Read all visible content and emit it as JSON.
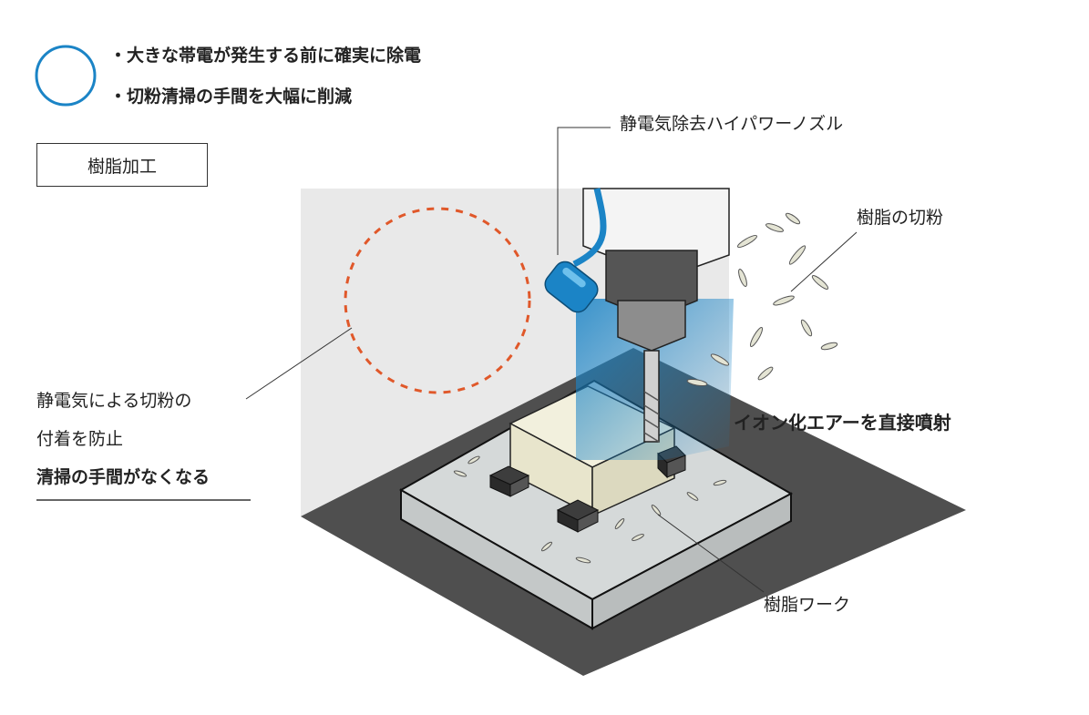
{
  "benefit": {
    "symbol": "circle-mark",
    "points": [
      "・大きな帯電が発生する前に確実に除電",
      "・切粉清掃の手間を大幅に削減"
    ]
  },
  "category_label": "樹脂加工",
  "callouts": {
    "nozzle": "静電気除去ハイパワーノズル",
    "chips": "樹脂の切粉",
    "ion_air": "イオン化エアーを直接噴射",
    "workpiece": "樹脂ワーク",
    "effect_line1": "静電気による切粉の",
    "effect_line2": "付着を防止",
    "effect_line3": "清掃の手間がなくなる"
  },
  "colors": {
    "accent_blue": "#1b84c6",
    "dashed_orange": "#e0582a",
    "base_dark": "#4f4f4f",
    "wall": "#e9e9e9",
    "platform": "#d5d9d9",
    "workpiece": "#ecead5"
  }
}
